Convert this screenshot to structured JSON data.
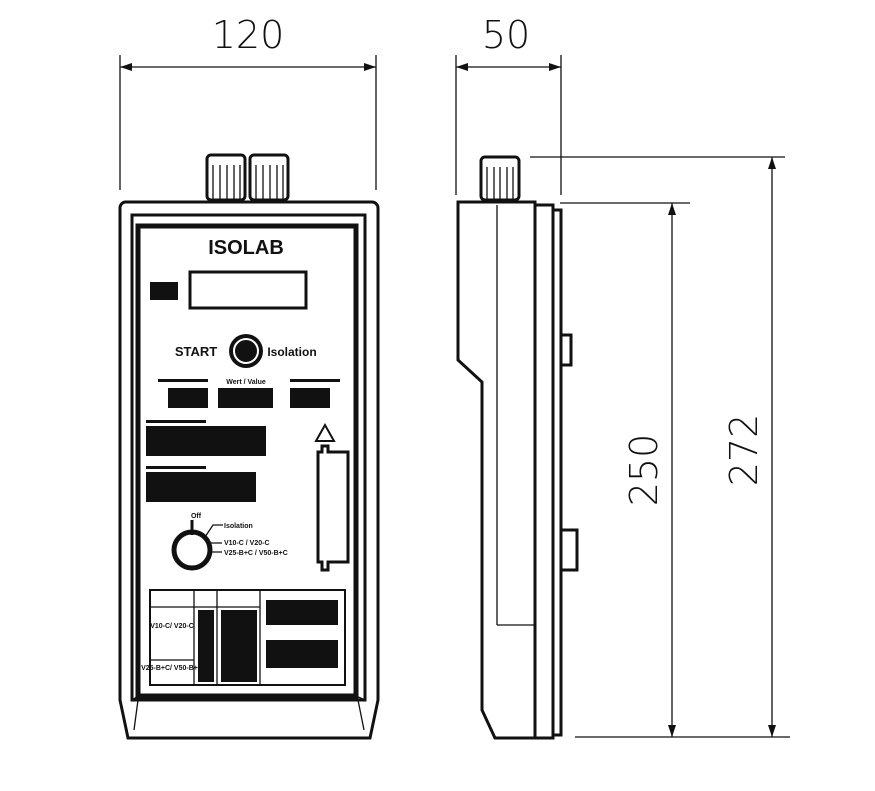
{
  "dimensions": {
    "width": "120",
    "depth": "50",
    "body_height": "250",
    "total_height": "272"
  },
  "device": {
    "brand": "ISOLAB",
    "start_label": "START",
    "mode_label": "Isolation",
    "value_header": "Wert / Value",
    "selector_off": "Off",
    "selector_positions": [
      "Isolation",
      "V10-C / V20-C",
      "V25-B+C / V50-B+C"
    ],
    "table_types": [
      "V10-C/ V20-C",
      "V25-B+C/ V50-B+C"
    ]
  }
}
